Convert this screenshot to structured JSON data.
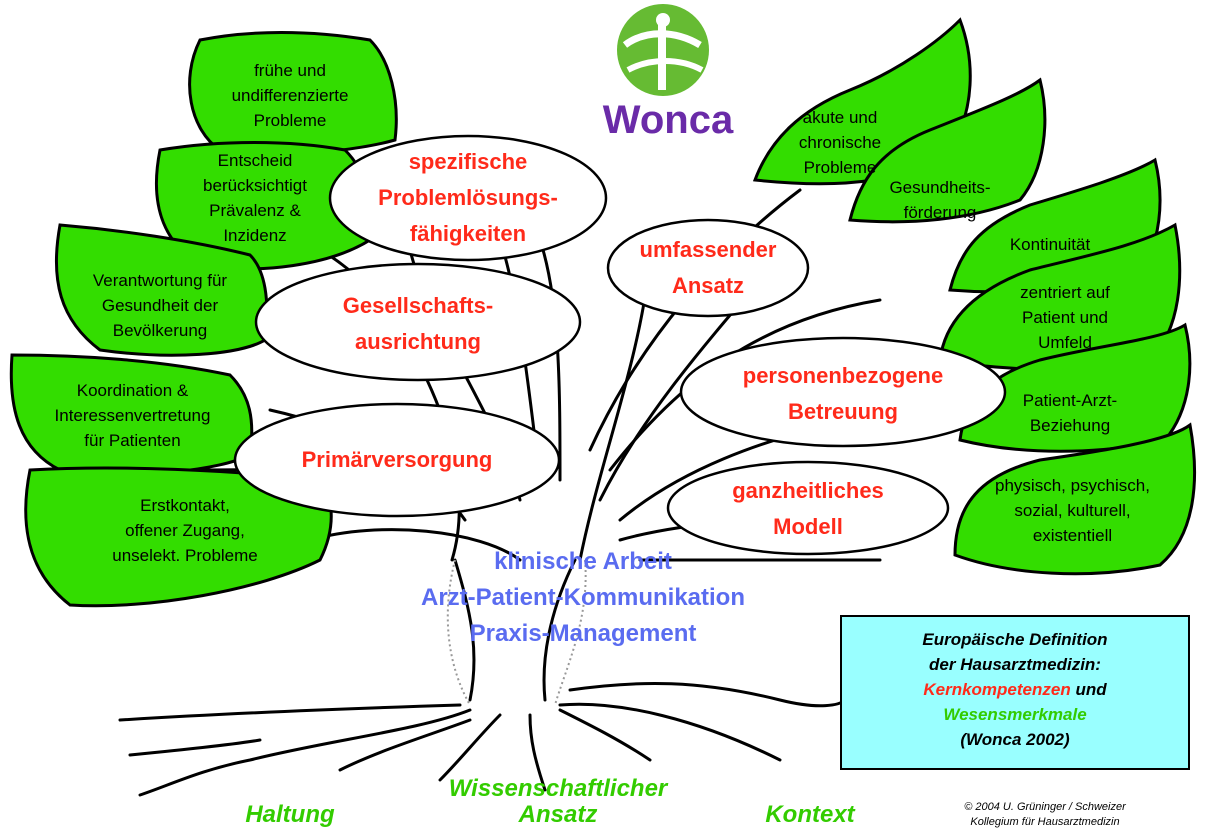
{
  "logo": {
    "text": "Wonca"
  },
  "leaves_left": [
    {
      "lines": [
        "frühe und",
        "undifferenzierte",
        "Probleme"
      ]
    },
    {
      "lines": [
        "Entscheid",
        "berücksichtigt",
        "Prävalenz &",
        "Inzidenz"
      ]
    },
    {
      "lines": [
        "Verantwortung für",
        "Gesundheit der",
        "Bevölkerung"
      ]
    },
    {
      "lines": [
        "Koordination &",
        "Interessenvertretung",
        "für Patienten"
      ]
    },
    {
      "lines": [
        "Erstkontakt,",
        "offener Zugang,",
        "unselekt. Probleme"
      ]
    }
  ],
  "leaves_right": [
    {
      "lines": [
        "akute und",
        "chronische",
        "Probleme"
      ]
    },
    {
      "lines": [
        "Gesundheits-",
        "förderung"
      ]
    },
    {
      "lines": [
        "Kontinuität"
      ]
    },
    {
      "lines": [
        "zentriert auf",
        "Patient und",
        "Umfeld"
      ]
    },
    {
      "lines": [
        "Patient-Arzt-",
        "Beziehung"
      ]
    },
    {
      "lines": [
        "physisch, psychisch,",
        "sozial, kulturell,",
        "existentiell"
      ]
    }
  ],
  "competences": [
    {
      "lines": [
        "spezifische",
        "Problemlösungs-",
        "fähigkeiten"
      ]
    },
    {
      "lines": [
        "Gesellschafts-",
        "ausrichtung"
      ]
    },
    {
      "lines": [
        "Primärversorgung"
      ]
    },
    {
      "lines": [
        "umfassender",
        "Ansatz"
      ]
    },
    {
      "lines": [
        "personenbezogene",
        "Betreuung"
      ]
    },
    {
      "lines": [
        "ganzheitliches",
        "Modell"
      ]
    }
  ],
  "trunk": [
    "klinische Arbeit",
    "Arzt-Patient-Kommunikation",
    "Praxis-Management"
  ],
  "roots": {
    "haltung": "Haltung",
    "wissenschaft": [
      "Wissenschaftlicher",
      "Ansatz"
    ],
    "kontext": "Kontext"
  },
  "caption": {
    "line1": "Europäische Definition",
    "line2": "der Hausarztmedizin:",
    "red": "Kernkompetenzen",
    "und": " und",
    "green": "Wesensmerkmale",
    "cite": "(Wonca 2002)"
  },
  "copyright": [
    "© 2004 U. Grüninger / Schweizer",
    "Kollegium für Hausarztmedizin"
  ],
  "colors": {
    "leaf": "#33dd00",
    "competence_text": "#ff2a1a",
    "trunk_text": "#5a6cf0",
    "root_text": "#33cc00",
    "caption_bg": "#99ffff",
    "logo_green": "#66bb33",
    "logo_purple": "#6a2ba8"
  }
}
